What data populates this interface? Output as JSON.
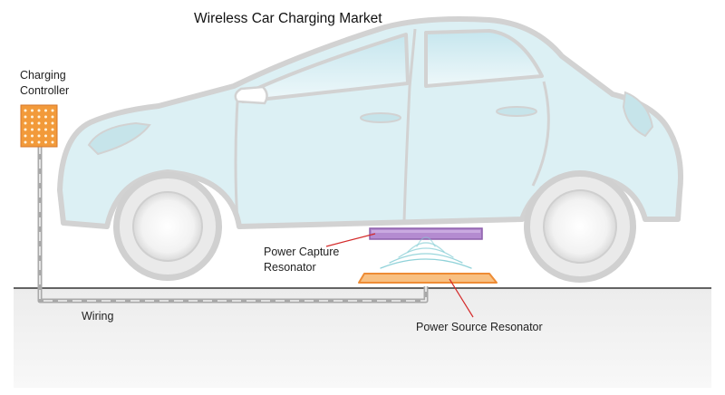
{
  "title": "Wireless Car Charging Market",
  "labels": {
    "charging_controller": [
      "Charging",
      "Controller"
    ],
    "power_capture_resonator": [
      "Power Capture",
      "Resonator"
    ],
    "power_source_resonator": "Power Source Resonator",
    "wiring": "Wiring"
  },
  "colors": {
    "car_fill": "#dff1f5",
    "car_outline": "#d4d4d4",
    "controller": "#f29a3a",
    "capture_resonator": "#9b6bb5",
    "source_resonator": "#f5b26b",
    "leader_line": "#d42a2a",
    "ground_line": "#333333",
    "ground_fill": "#f2f2f2",
    "wiring": "#a7a7a7"
  }
}
